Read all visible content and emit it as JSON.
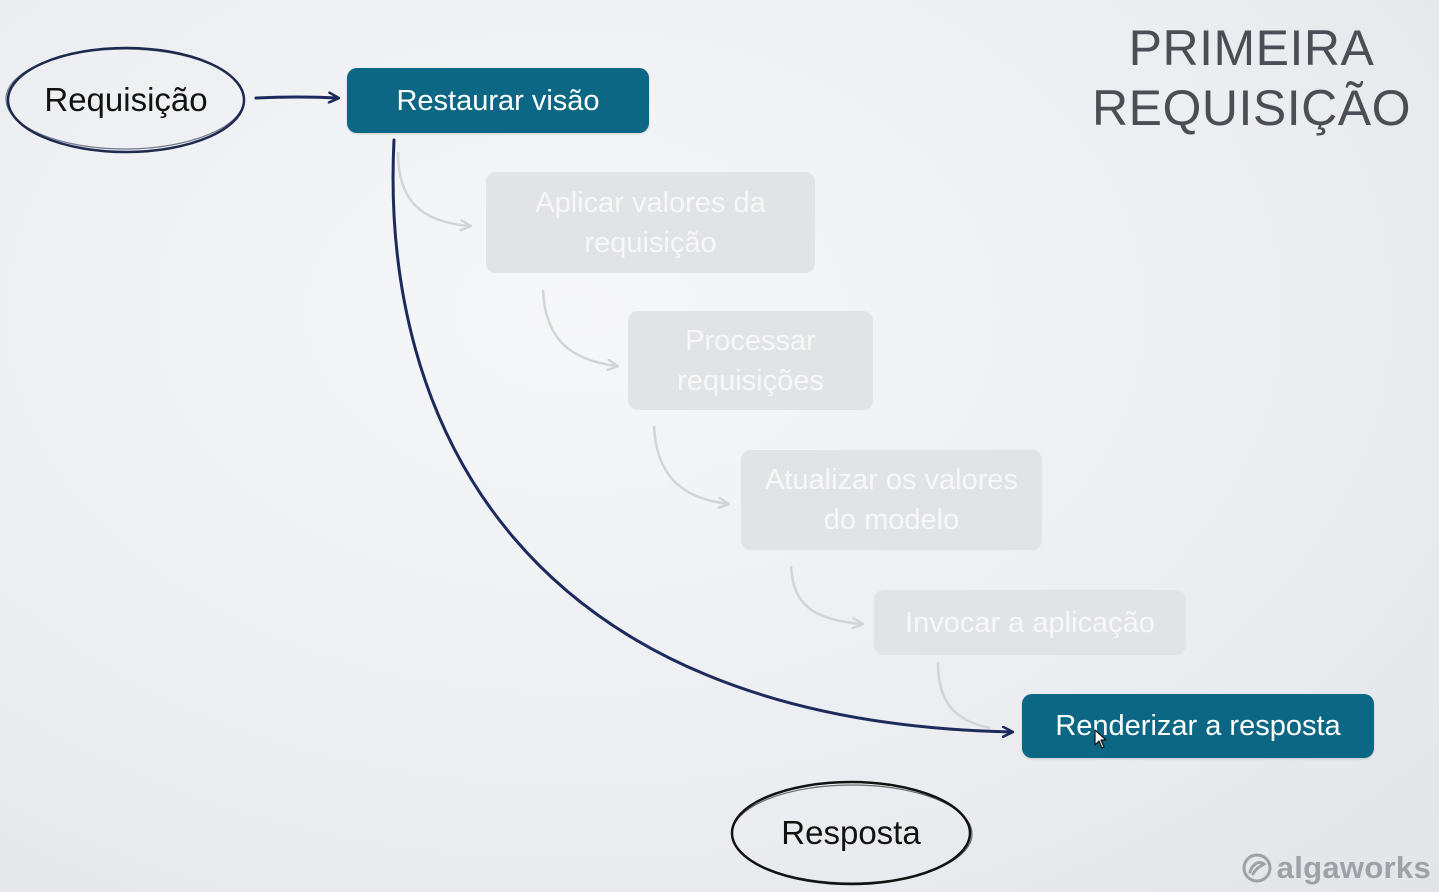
{
  "title": {
    "line1": "PRIMEIRA",
    "line2": "REQUISIÇÃO"
  },
  "nodes": {
    "request": "Requisição",
    "response": "Resposta"
  },
  "phases": [
    {
      "label": "Restaurar visão",
      "state": "active"
    },
    {
      "label": "Aplicar valores da requisição",
      "state": "inactive"
    },
    {
      "label": "Processar requisições",
      "state": "inactive"
    },
    {
      "label": "Atualizar os valores do modelo",
      "state": "inactive"
    },
    {
      "label": "Invocar a aplicação",
      "state": "inactive"
    },
    {
      "label": "Renderizar a resposta",
      "state": "active"
    }
  ],
  "brand": {
    "name": "algaworks"
  },
  "colors": {
    "active_box": "#0b6784",
    "inactive_box": "#e2e3e6",
    "main_arrow": "#1c2a5c",
    "faded_arrow": "#d4d6da",
    "title_text": "#4b4e55"
  },
  "icons": {
    "cursor": "mouse-pointer-icon",
    "brand": "algaworks-logo-icon"
  }
}
